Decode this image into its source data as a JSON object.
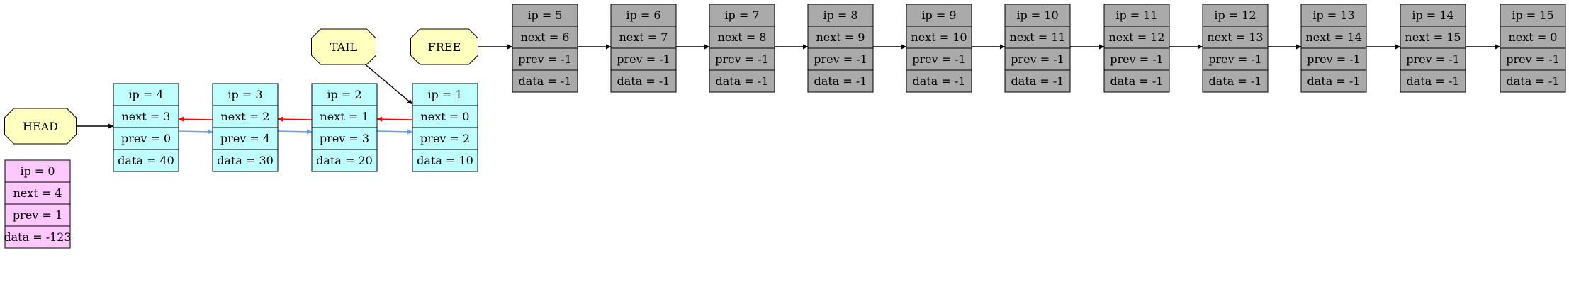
{
  "colors": {
    "header_fill": "#ffffc0",
    "list_fill": "#c0ffff",
    "free_fill": "#aaaaaa",
    "zero_fill": "#ffc8ff",
    "next_edge": "#000000",
    "prev_edge_red": "#ff0000",
    "prev_edge_blue": "#5f9fff"
  },
  "labels": {
    "head": "HEAD",
    "tail": "TAIL",
    "free": "FREE"
  },
  "nodes": [
    {
      "id": 0,
      "group": "zero",
      "ip": "ip = 0",
      "next": "next = 4",
      "prev": "prev = 1",
      "data": "data = -123"
    },
    {
      "id": 1,
      "group": "list",
      "ip": "ip = 1",
      "next": "next = 0",
      "prev": "prev = 2",
      "data": "data = 10"
    },
    {
      "id": 2,
      "group": "list",
      "ip": "ip = 2",
      "next": "next = 1",
      "prev": "prev = 3",
      "data": "data = 20"
    },
    {
      "id": 3,
      "group": "list",
      "ip": "ip = 3",
      "next": "next = 2",
      "prev": "prev = 4",
      "data": "data = 30"
    },
    {
      "id": 4,
      "group": "list",
      "ip": "ip = 4",
      "next": "next = 3",
      "prev": "prev = 0",
      "data": "data = 40"
    },
    {
      "id": 5,
      "group": "free",
      "ip": "ip = 5",
      "next": "next = 6",
      "prev": "prev = -1",
      "data": "data = -1"
    },
    {
      "id": 6,
      "group": "free",
      "ip": "ip = 6",
      "next": "next = 7",
      "prev": "prev = -1",
      "data": "data = -1"
    },
    {
      "id": 7,
      "group": "free",
      "ip": "ip = 7",
      "next": "next = 8",
      "prev": "prev = -1",
      "data": "data = -1"
    },
    {
      "id": 8,
      "group": "free",
      "ip": "ip = 8",
      "next": "next = 9",
      "prev": "prev = -1",
      "data": "data = -1"
    },
    {
      "id": 9,
      "group": "free",
      "ip": "ip = 9",
      "next": "next = 10",
      "prev": "prev = -1",
      "data": "data = -1"
    },
    {
      "id": 10,
      "group": "free",
      "ip": "ip = 10",
      "next": "next = 11",
      "prev": "prev = -1",
      "data": "data = -1"
    },
    {
      "id": 11,
      "group": "free",
      "ip": "ip = 11",
      "next": "next = 12",
      "prev": "prev = -1",
      "data": "data = -1"
    },
    {
      "id": 12,
      "group": "free",
      "ip": "ip = 12",
      "next": "next = 13",
      "prev": "prev = -1",
      "data": "data = -1"
    },
    {
      "id": 13,
      "group": "free",
      "ip": "ip = 13",
      "next": "next = 14",
      "prev": "prev = -1",
      "data": "data = -1"
    },
    {
      "id": 14,
      "group": "free",
      "ip": "ip = 14",
      "next": "next = 15",
      "prev": "prev = -1",
      "data": "data = -1"
    },
    {
      "id": 15,
      "group": "free",
      "ip": "ip = 15",
      "next": "next = 0",
      "prev": "prev = -1",
      "data": "data = -1"
    }
  ]
}
